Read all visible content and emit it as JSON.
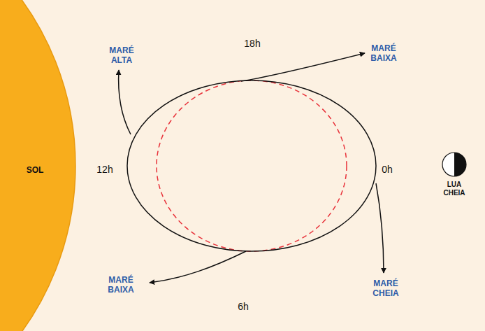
{
  "diagram": {
    "nodes": [
      {
        "text": [
          "SOL"
        ]
      },
      {
        "text": [
          "LUA CHEIA"
        ]
      }
    ],
    "labels": [
      "18h",
      "12h",
      "0h",
      "6h",
      "MARÉ ALTA",
      "MARÉ BAIXA",
      "MARÉ BAIXA",
      "MARÉ CHEIA"
    ]
  }
}
